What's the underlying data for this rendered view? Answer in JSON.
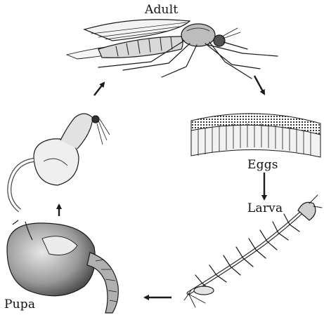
{
  "diagram": {
    "stages": {
      "adult": "Adult",
      "eggs": "Eggs",
      "larva": "Larva",
      "pupa": "Pupa"
    },
    "ink_color": "#1a1a1a",
    "shade_color": "#6b6b6b"
  }
}
